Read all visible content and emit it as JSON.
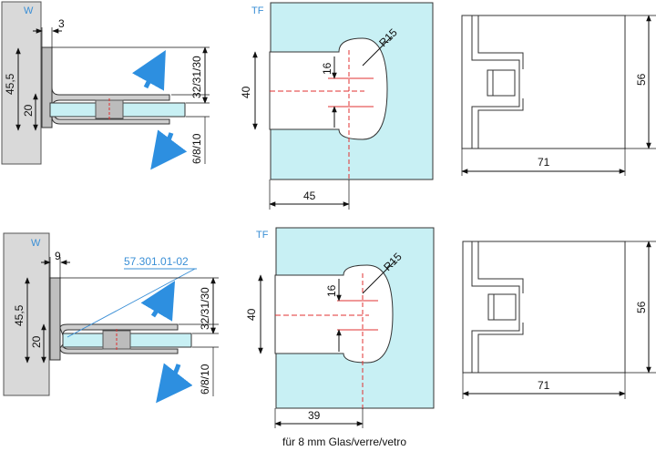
{
  "colors": {
    "wall": "#d9d9d9",
    "glass": "#c8f0f4",
    "blue": "#2d8fe0",
    "red": "#e03030",
    "metal": "#bfbfbf"
  },
  "top": {
    "wall_tag": "W",
    "gap": "3",
    "height": "45,5",
    "inner": "20",
    "glass_range": "32/31/30",
    "glass_thick": "6/8/10",
    "cut_tag": "TF",
    "radius": "R15",
    "slot": "16",
    "notch_h": "40",
    "notch_w": "45",
    "side_h": "56",
    "side_w": "71"
  },
  "bottom": {
    "wall_tag": "W",
    "gap": "9",
    "part_no": "57.301.01-02",
    "height": "45,5",
    "inner": "20",
    "glass_range": "32/31/30",
    "glass_thick": "6/8/10",
    "cut_tag": "TF",
    "radius": "R15",
    "slot": "16",
    "notch_h": "40",
    "notch_w": "39",
    "side_h": "56",
    "side_w": "71"
  },
  "caption": "für 8 mm Glas/verre/vetro"
}
